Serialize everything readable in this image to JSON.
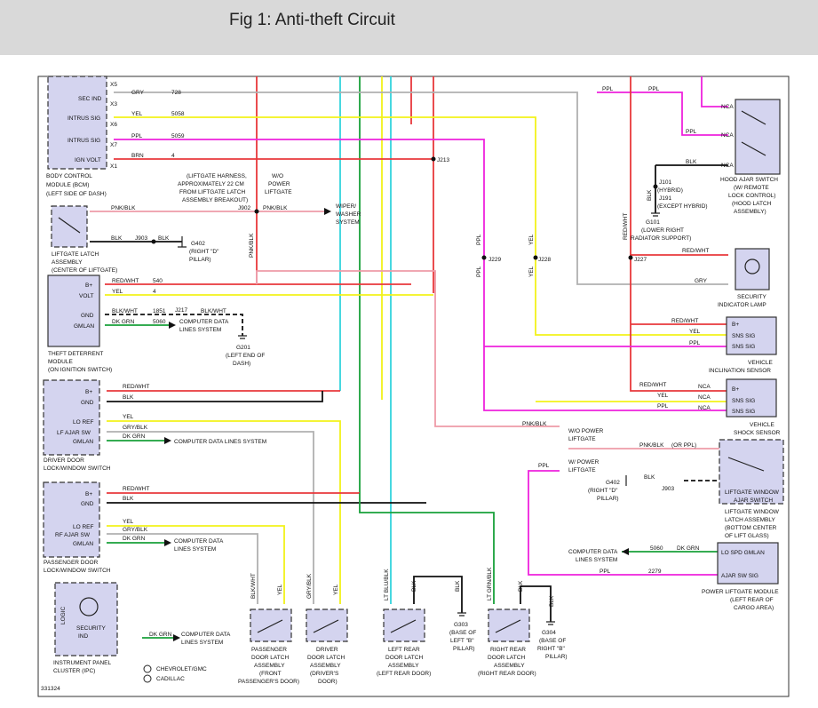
{
  "page": {
    "title": "Fig 1: Anti-theft Circuit",
    "figure_number": "331324"
  },
  "colors": {
    "red": "#e8383b",
    "yellow": "#f2f21a",
    "green": "#18a03a",
    "cyan": "#33d4dd",
    "magenta": "#ee22dd",
    "gray": "#b0b0b0",
    "pink": "#ee9ba8",
    "black": "#111111",
    "module_fill": "#d4d4ef",
    "header_bg": "#d9d9d9"
  },
  "modules": {
    "bcm": {
      "pins": [
        "SEC IND",
        "INTRUS SIG",
        "INTRUS SIG",
        "IGN VOLT"
      ],
      "connectors": [
        "X5",
        "X3",
        "X6",
        "X7",
        "X1"
      ],
      "label": [
        "BODY CONTROL",
        "MODULE (BCM)",
        "(LEFT SIDE OF DASH)"
      ]
    },
    "liftgate_latch": {
      "label": [
        "LIFTGATE LATCH",
        "ASSEMBLY",
        "(CENTER OF LIFTGATE)"
      ]
    },
    "theft_deterrent": {
      "pins": [
        "B+",
        "VOLT",
        "GND",
        "GMLAN"
      ],
      "label": [
        "THEFT DETERRENT",
        "MODULE",
        "(ON IGNITION SWITCH)"
      ]
    },
    "driver_door_module": {
      "pins": [
        "B+",
        "GND",
        "LO REF",
        "LF AJAR SW",
        "GMLAN"
      ],
      "label": [
        "DRIVER DOOR",
        "LOCK/WINDOW SWITCH"
      ]
    },
    "passenger_door_module": {
      "pins": [
        "B+",
        "GND",
        "LO REF",
        "RF AJAR SW",
        "GMLAN"
      ],
      "label": [
        "PASSENGER DOOR",
        "LOCK/WINDOW SWITCH"
      ]
    },
    "ipc": {
      "pins": [
        "LOGIC",
        "SECURITY",
        "IND"
      ],
      "label": [
        "INSTRUMENT PANEL",
        "CLUSTER (IPC)"
      ]
    },
    "hood_ajar": {
      "pins": [
        "NCA",
        "NCA",
        "NCA"
      ],
      "label": [
        "HOOD AJAR SWITCH",
        "(W/ REMOTE",
        "LOCK CONTROL)",
        "(HOOD LATCH",
        "ASSEMBLY)"
      ]
    },
    "security_lamp": {
      "label": [
        "SECURITY",
        "INDICATOR LAMP"
      ]
    },
    "inclination": {
      "pins": [
        "B+",
        "SNS SIG",
        "SNS SIG"
      ],
      "label": [
        "VEHICLE",
        "INCLINATION SENSOR"
      ]
    },
    "shock": {
      "pins": [
        "NCA",
        "NCA",
        "NCA",
        "B+",
        "SNS SIG",
        "SNS SIG"
      ],
      "label": [
        "VEHICLE",
        "SHOCK SENSOR"
      ]
    },
    "liftgate_window": {
      "label": [
        "LIFTGATE WINDOW",
        "AJAR SWITCH"
      ],
      "caption": [
        "LIFTGATE WINDOW",
        "LATCH ASSEMBLY",
        "(BOTTOM CENTER",
        "OF LIFT GLASS)"
      ]
    },
    "power_liftgate": {
      "pins": [
        "LO SPD GMLAN",
        "AJAR SW SIG"
      ],
      "label": [
        "POWER LIFTGATE MODULE",
        "(LEFT REAR OF",
        "CARGO AREA)"
      ]
    },
    "pass_latch": {
      "label": [
        "PASSENGER",
        "DOOR LATCH",
        "ASSEMBLY",
        "(FRONT",
        "PASSENGER'S DOOR)"
      ]
    },
    "drv_latch": {
      "label": [
        "DRIVER",
        "DOOR LATCH",
        "ASSEMBLY",
        "(DRIVER'S",
        "DOOR)"
      ]
    },
    "lr_latch": {
      "label": [
        "LEFT REAR",
        "DOOR LATCH",
        "ASSEMBLY",
        "(LEFT REAR DOOR)"
      ]
    },
    "rr_latch": {
      "label": [
        "RIGHT REAR",
        "DOOR LATCH",
        "ASSEMBLY",
        "(RIGHT REAR DOOR)"
      ]
    }
  },
  "wires": {
    "bcm": [
      "GRY",
      "728",
      "YEL",
      "5058",
      "PPL",
      "5059",
      "BRN",
      "4"
    ],
    "liftgate": [
      "PNK/BLK",
      "BLK",
      "J903",
      "BLK"
    ],
    "theft": [
      "RED/WHT",
      "540",
      "YEL",
      "4",
      "BLK/WHT",
      "1851",
      "DK GRN",
      "5060",
      "BLK/WHT"
    ],
    "doors": [
      "RED/WHT",
      "BLK",
      "YEL",
      "GRY/BLK",
      "DK GRN",
      "RED/WHT",
      "BLK",
      "YEL",
      "GRY/BLK",
      "DK GRN"
    ],
    "ipc": [
      "DK GRN"
    ],
    "right": [
      "PPL",
      "PPL",
      "BLK",
      "RED/WHT",
      "GRY",
      "RED/WHT",
      "YEL",
      "PPL",
      "RED/WHT",
      "YEL",
      "PPL",
      "PNK/BLK",
      "PNK/BLK",
      "(OR PPL)",
      "BLK",
      "PPL",
      "DK GRN",
      "5060",
      "PPL",
      "2279",
      "BLK",
      "PPL",
      "YEL",
      "PNK/BLK",
      "RED/WHT"
    ],
    "latches": [
      "BLK/WHT",
      "YEL",
      "GRY/BLK",
      "YEL",
      "LT BLU/BLK",
      "BLK",
      "BLK",
      "LT GRN/BLK",
      "BLK",
      "BLK"
    ]
  },
  "splices": [
    "J213",
    "J902",
    "J217",
    "J229",
    "J228",
    "J227",
    "J101",
    "J191",
    "J903"
  ],
  "grounds": {
    "g402": [
      "G402",
      "(RIGHT \"D\"",
      "PILLAR)"
    ],
    "g201": [
      "G201",
      "(LEFT END OF",
      "DASH)"
    ],
    "g101": [
      "G101",
      "(LOWER RIGHT",
      "RADIATOR SUPPORT)"
    ],
    "g303": [
      "G303",
      "(BASE OF",
      "LEFT \"B\"",
      "PILLAR)"
    ],
    "g304": [
      "G304",
      "(BASE OF",
      "RIGHT \"B\"",
      "PILLAR)"
    ]
  },
  "notes": {
    "harness": [
      "(LIFTGATE HARNESS,",
      "APPROXIMATELY 22 CM",
      "FROM LIFTGATE LATCH",
      "ASSEMBLY BREAKOUT)"
    ],
    "wo_power": [
      "W/O",
      "POWER",
      "LIFTGATE"
    ],
    "wiper": [
      "WIPER/",
      "WASHER",
      "SYSTEM"
    ],
    "cdl": [
      "COMPUTER DATA",
      "LINES SYSTEM"
    ],
    "cdl_line": "COMPUTER DATA LINES SYSTEM",
    "hybrid": [
      "(HYBRID)",
      "(EXCEPT HYBRID)"
    ],
    "wo_power_lg": [
      "W/O POWER",
      "LIFTGATE"
    ],
    "w_power_lg": [
      "W/ POWER",
      "LIFTGATE"
    ]
  },
  "legend": [
    "CHEVROLET/GMC",
    "CADILLAC"
  ]
}
